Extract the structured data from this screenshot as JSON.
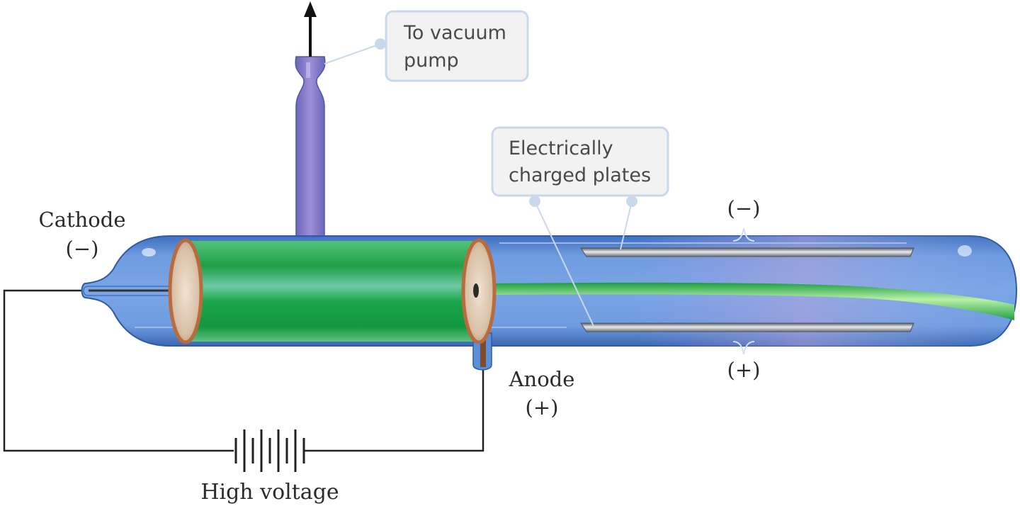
{
  "labels": {
    "vacuum_line1": "To vacuum",
    "vacuum_line2": "pump",
    "plates_line1": "Electrically",
    "plates_line2": "charged plates",
    "cathode": "Cathode",
    "cathode_sign": "(−)",
    "anode": "Anode",
    "anode_sign": "(+)",
    "top_plate_sign": "(−)",
    "bottom_plate_sign": "(+)",
    "high_voltage": "High voltage"
  },
  "colors": {
    "tube_glass": "#5b8fd6",
    "tube_glass_dark": "#3f6fbf",
    "beam_green": "#1fae4a",
    "electrode_copper": "#b86b3d",
    "plate_metal": "#8a8f98",
    "callout_fill": "#f2f2f2",
    "callout_border": "#c9d8ea",
    "wire": "#222222"
  }
}
